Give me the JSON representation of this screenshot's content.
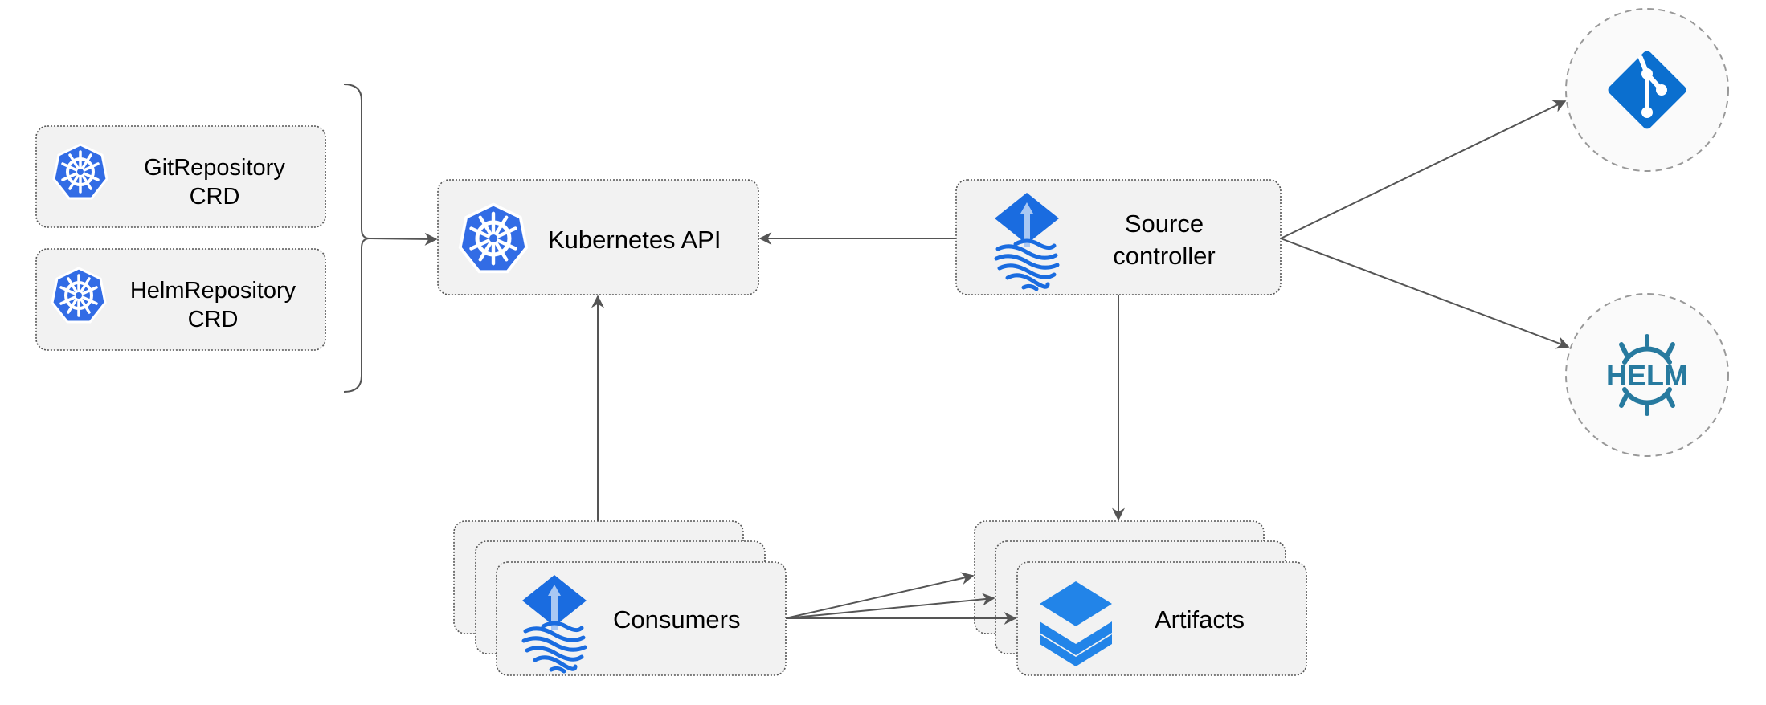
{
  "nodes": {
    "git_crd": {
      "line1": "GitRepository",
      "line2": "CRD",
      "icon": "kubernetes-icon"
    },
    "helm_crd": {
      "line1": "HelmRepository",
      "line2": "CRD",
      "icon": "kubernetes-icon"
    },
    "kube_api": {
      "label": "Kubernetes API",
      "icon": "kubernetes-icon"
    },
    "source_controller": {
      "line1": "Source",
      "line2": "controller",
      "icon": "flux-icon"
    },
    "consumers": {
      "label": "Consumers",
      "icon": "flux-icon"
    },
    "artifacts": {
      "label": "Artifacts",
      "icon": "layers-icon"
    },
    "git": {
      "icon": "git-icon"
    },
    "helm": {
      "icon": "helm-icon",
      "logo_text": "HELM"
    }
  },
  "edges": [
    {
      "from": "CRDs",
      "to": "Kubernetes API"
    },
    {
      "from": "Source controller",
      "to": "Kubernetes API"
    },
    {
      "from": "Consumers",
      "to": "Kubernetes API"
    },
    {
      "from": "Source controller",
      "to": "Artifacts"
    },
    {
      "from": "Source controller",
      "to": "Git"
    },
    {
      "from": "Source controller",
      "to": "Helm"
    },
    {
      "from": "Consumers",
      "to": "Artifacts"
    }
  ],
  "colors": {
    "kubernetes": "#326ce5",
    "flux": "#1a6ce0",
    "git": "#0b6fcf",
    "helm": "#277a9f",
    "layers": "#2284e8"
  }
}
